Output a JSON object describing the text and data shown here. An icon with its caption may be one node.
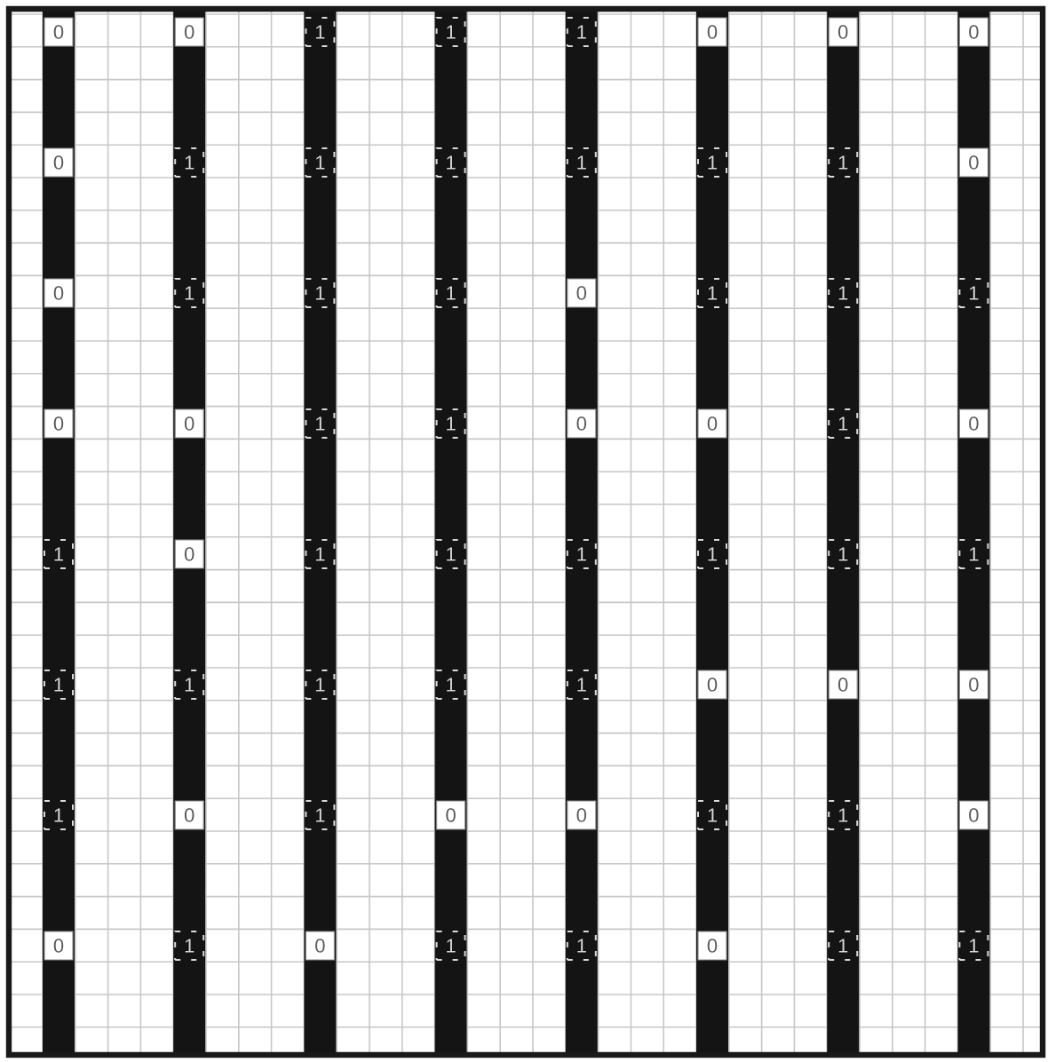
{
  "diagram": {
    "labels": [
      "0",
      "0",
      "1",
      "1",
      "1",
      "0",
      "0",
      "0",
      "0",
      "1",
      "1",
      "1",
      "1",
      "1",
      "1",
      "0",
      "0",
      "1",
      "1",
      "1",
      "0",
      "1",
      "1",
      "1",
      "0",
      "0",
      "1",
      "1",
      "0",
      "0",
      "1",
      "0",
      "1",
      "0",
      "1",
      "1",
      "1",
      "1",
      "1",
      "1",
      "1",
      "1",
      "1",
      "1",
      "1",
      "0",
      "0",
      "0",
      "1",
      "0",
      "1",
      "0",
      "0",
      "1",
      "1",
      "0",
      "0",
      "1",
      "0",
      "1",
      "1",
      "0",
      "1",
      "1"
    ]
  }
}
